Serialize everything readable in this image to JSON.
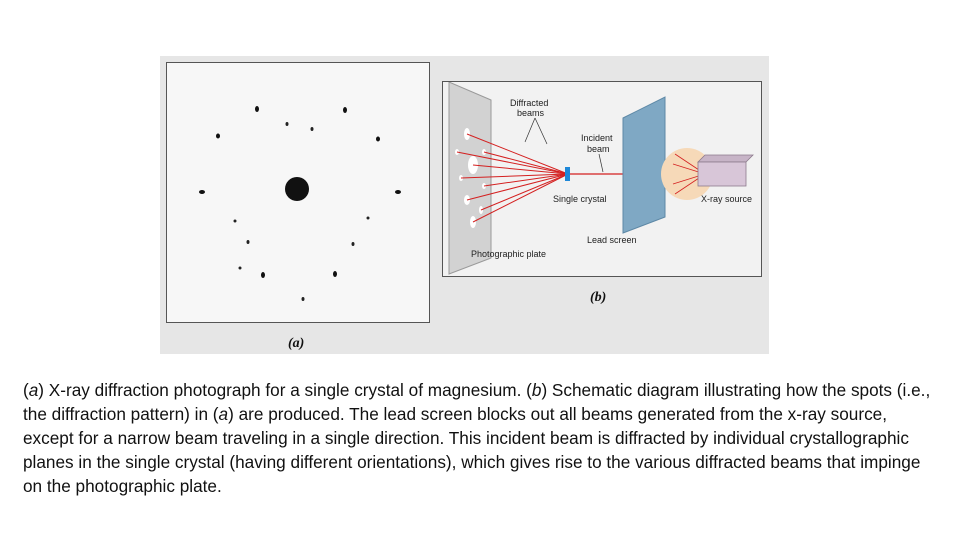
{
  "figure": {
    "label_a": "(a)",
    "label_b": "(b)",
    "diagram": {
      "diffracted_beams_line1": "Diffracted",
      "diffracted_beams_line2": "beams",
      "incident_beam_line1": "Incident",
      "incident_beam_line2": "beam",
      "single_crystal": "Single crystal",
      "lead_screen": "Lead screen",
      "xray_source": "X-ray source",
      "photographic_plate": "Photographic plate"
    }
  },
  "caption": {
    "a_letter": "a",
    "part1": ") X-ray diffraction photograph for a single crystal of magnesium. (",
    "b_letter": "b",
    "part2": ") Schematic diagram illustrating how the spots (i.e., the diffraction pattern) in (",
    "a_letter2": "a",
    "part3": ") are produced. The lead screen blocks out all beams generated from the x-ray source, except for a narrow beam traveling in a single direction. This incident beam is diffracted by individual crystallographic planes in the single crystal (having different orientations), which gives rise to the various diffracted beams that impinge on the photographic plate."
  }
}
